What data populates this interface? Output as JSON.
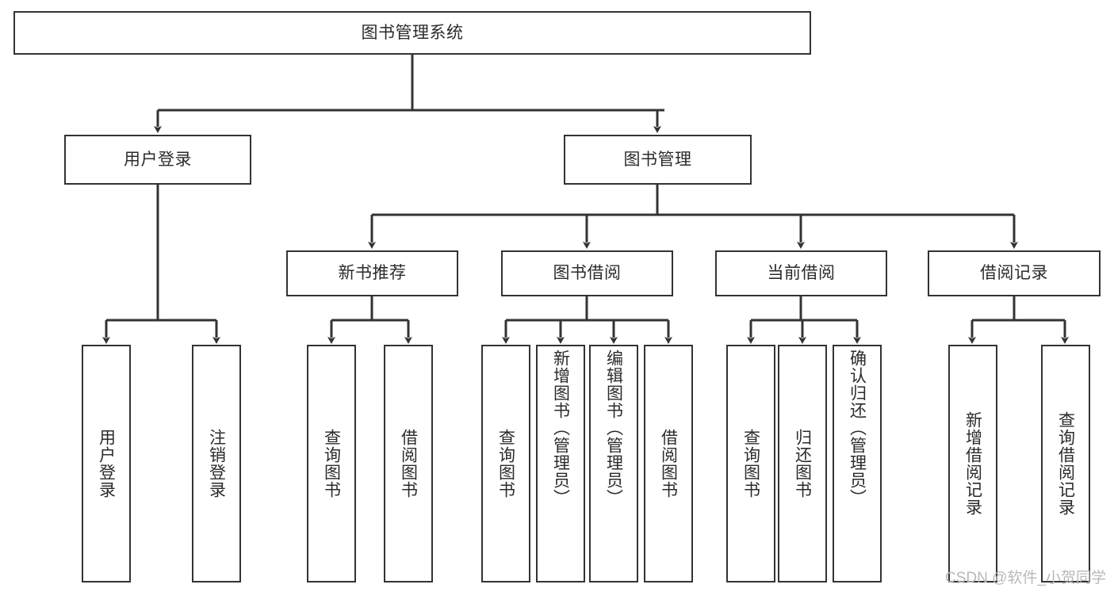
{
  "diagram": {
    "title": "图书管理系统",
    "type": "tree-hierarchy",
    "watermark": "CSDN @软件_小贺同学",
    "colors": {
      "node_border": "#333333",
      "node_fill": "#ffffff",
      "connector": "#333333",
      "text": "#2b2b2b",
      "watermark": "#b9b9b9",
      "background": "#ffffff"
    },
    "root": {
      "label": "图书管理系统",
      "orientation": "horizontal"
    },
    "level2": [
      {
        "label": "用户登录",
        "orientation": "horizontal"
      },
      {
        "label": "图书管理",
        "orientation": "horizontal"
      }
    ],
    "level3": [
      {
        "label": "新书推荐",
        "orientation": "horizontal"
      },
      {
        "label": "图书借阅",
        "orientation": "horizontal"
      },
      {
        "label": "当前借阅",
        "orientation": "horizontal"
      },
      {
        "label": "借阅记录",
        "orientation": "horizontal"
      }
    ],
    "leaves": {
      "user_login": [
        {
          "label": "用户登录",
          "orientation": "vertical"
        },
        {
          "label": "注销登录",
          "orientation": "vertical"
        }
      ],
      "new_book_recommend": [
        {
          "label": "查询图书",
          "orientation": "vertical"
        },
        {
          "label": "借阅图书",
          "orientation": "vertical"
        }
      ],
      "book_borrow": [
        {
          "label": "查询图书",
          "orientation": "vertical"
        },
        {
          "label": "新增图书（管理员）",
          "orientation": "vertical"
        },
        {
          "label": "编辑图书（管理员）",
          "orientation": "vertical"
        },
        {
          "label": "借阅图书",
          "orientation": "vertical"
        }
      ],
      "current_borrow": [
        {
          "label": "查询图书",
          "orientation": "vertical"
        },
        {
          "label": "归还图书",
          "orientation": "vertical"
        },
        {
          "label": "确认归还（管理员）",
          "orientation": "vertical"
        }
      ],
      "borrow_record": [
        {
          "label": "新增借阅记录",
          "orientation": "vertical"
        },
        {
          "label": "查询借阅记录",
          "orientation": "vertical"
        }
      ]
    }
  }
}
